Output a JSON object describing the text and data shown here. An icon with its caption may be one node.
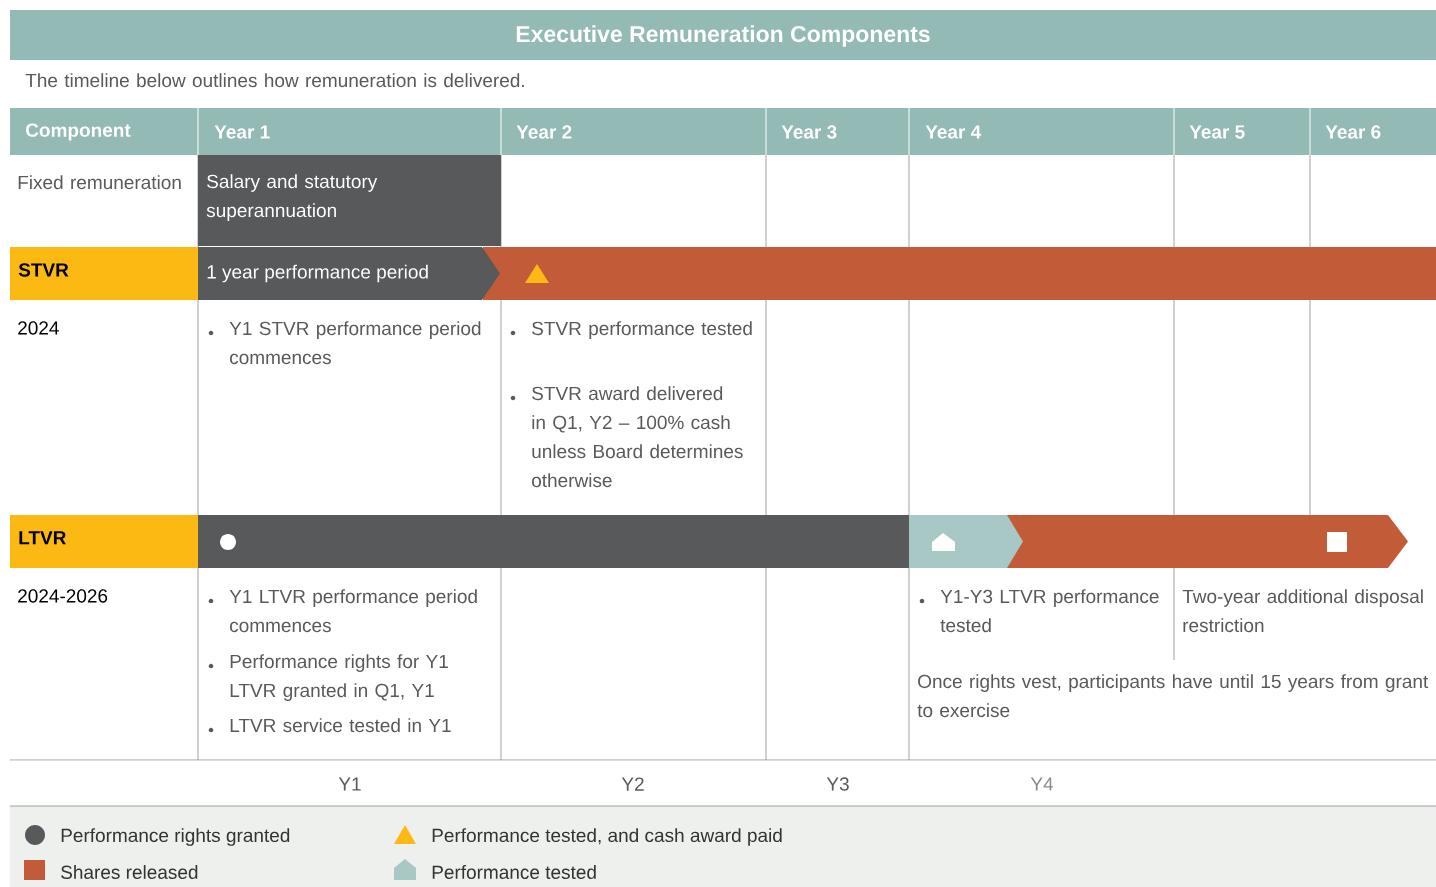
{
  "diagram": {
    "title": "Executive Remuneration Components",
    "nodes": [
      {
        "text": [
          "Salary and statutory superannuation"
        ]
      },
      {
        "text": [
          "STVR"
        ]
      },
      {
        "text": [
          "1 year performance period"
        ]
      },
      {
        "text": [
          "LTVR"
        ]
      }
    ],
    "labels": [
      "The timeline below outlines how remuneration is delivered.",
      "Component",
      "Year 1",
      "Year 2",
      "Year 3",
      "Year 4",
      "Year 5",
      "Year 6",
      "Fixed remuneration",
      "2024",
      "Y1 STVR performance period commences",
      "STVR performance tested",
      "STVR award delivered in Q1, Y2 – 100% cash unless Board determines otherwise",
      "2024-2026",
      "Y1 LTVR performance period commences",
      "Performance rights for Y1 LTVR granted in Q1, Y1",
      "LTVR service tested in Y1",
      "Y1-Y3 LTVR performance tested",
      "Two-year additional disposal restriction",
      "Once rights vest, participants have until 15 years from grant to exercise",
      "Y1",
      "Y2",
      "Y3",
      "Y4"
    ],
    "legend": [
      {
        "text": "Performance rights granted",
        "color": "#58595b"
      },
      {
        "text": "Performance tested, and cash award paid",
        "color": "#fdb913"
      },
      {
        "text": "Shares released",
        "color": "#c25b37"
      },
      {
        "text": "Performance tested",
        "color": "#a8c8c5"
      }
    ]
  }
}
